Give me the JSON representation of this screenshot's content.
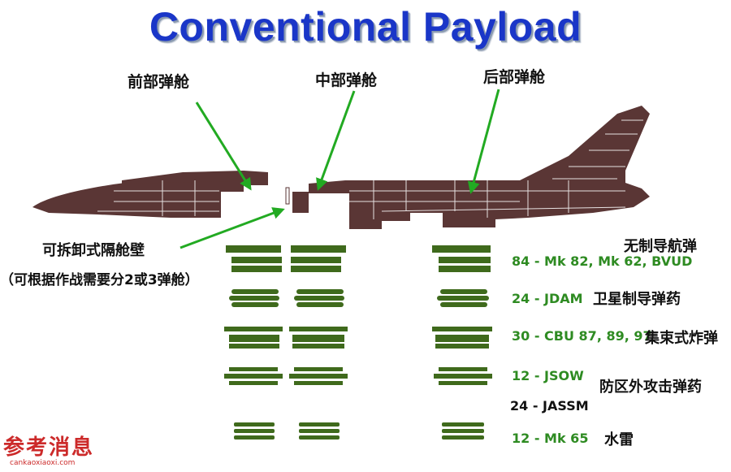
{
  "title": "Conventional Payload",
  "bays": {
    "forward": "前部弹舱",
    "middle": "中部弹舱",
    "aft": "后部弹舱"
  },
  "bulkhead": {
    "label": "可拆卸式隔舱壁",
    "note": "（可根据作战需要分2或3弹舱）"
  },
  "loads": [
    {
      "category": "无制导航弹",
      "load": "84 - Mk 82, Mk 62, BVUD"
    },
    {
      "category": "卫星制导弹药",
      "load": "24 - JDAM"
    },
    {
      "category": "集束式炸弹",
      "load": "30 - CBU 87, 89, 97"
    },
    {
      "category": "防区外攻击弹药",
      "load": "12 - JSOW"
    },
    {
      "category": "",
      "load": "24 - JASSM"
    },
    {
      "category": "水雷",
      "load": "12 - Mk 65"
    }
  ],
  "watermark": {
    "logo": "参考消息",
    "url": "cankaoxiaoxi.com"
  },
  "colors": {
    "title": "#1a36c8",
    "aircraft": "#5a3635",
    "munitions": "#3f6a1c",
    "arrows": "#22aa22",
    "load_text": "#2e8b22"
  }
}
